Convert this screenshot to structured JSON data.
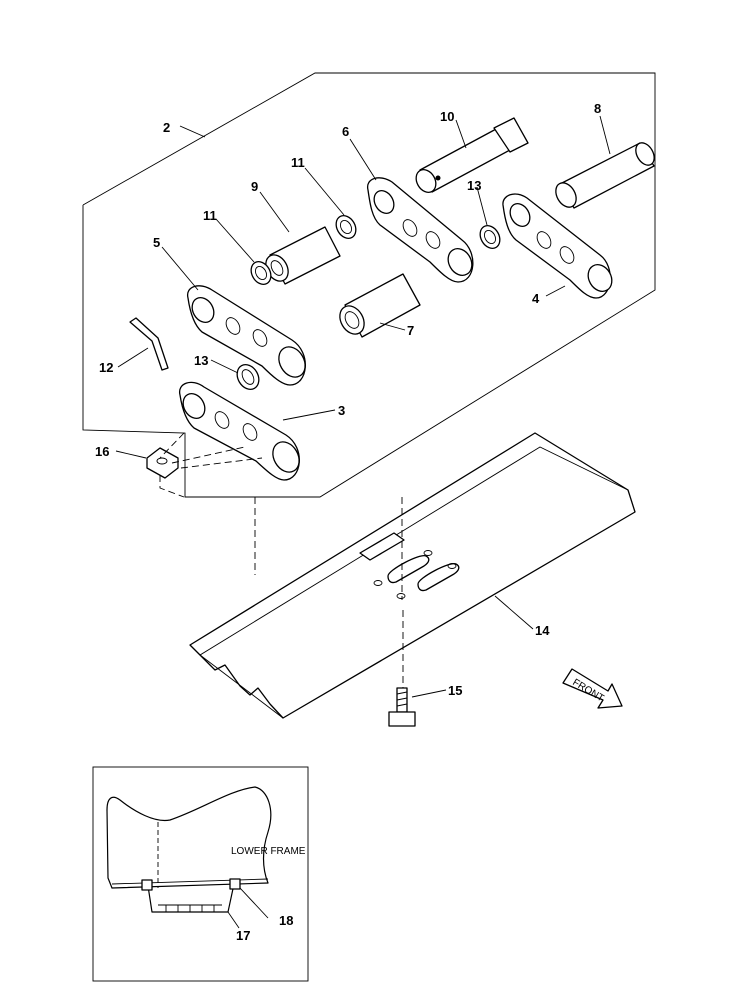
{
  "callouts": {
    "c2": "2",
    "c3": "3",
    "c4": "4",
    "c5": "5",
    "c6": "6",
    "c7": "7",
    "c8": "8",
    "c9": "9",
    "c10": "10",
    "c11a": "11",
    "c11b": "11",
    "c12": "12",
    "c13a": "13",
    "c13b": "13",
    "c14": "14",
    "c15": "15",
    "c16": "16",
    "c17": "17",
    "c18": "18"
  },
  "inset": {
    "lower_frame_label": "LOWER FRAME"
  },
  "front_arrow": {
    "label": "FRONT"
  }
}
